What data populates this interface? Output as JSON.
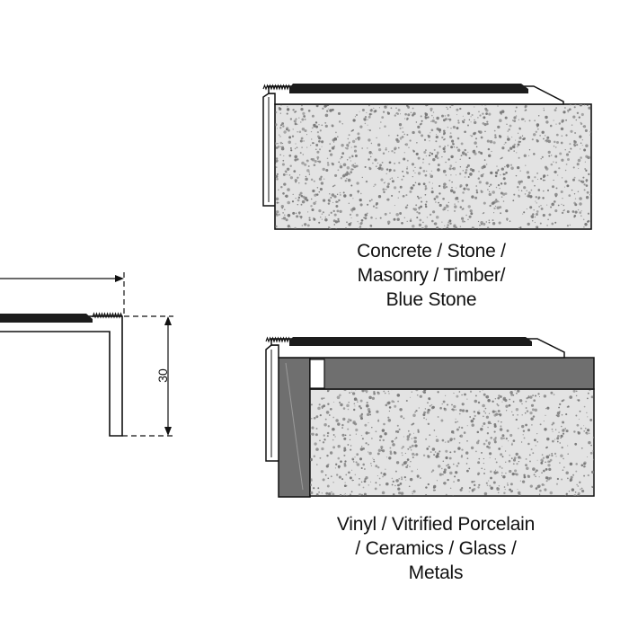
{
  "diagram": {
    "dimension_label": "30",
    "captions": {
      "top": [
        "Concrete / Stone /",
        "Masonry / Timber/",
        "Blue Stone"
      ],
      "bottom": [
        "Vinyl / Vitrified Porcelain",
        "/ Ceramics / Glass /",
        "Metals"
      ]
    }
  },
  "colors": {
    "line": "#111111",
    "concrete_fill": "#e3e3e3",
    "speckle": "#777777",
    "tile": "#6f6f6f",
    "tread_insert": "#1c1c1c"
  }
}
